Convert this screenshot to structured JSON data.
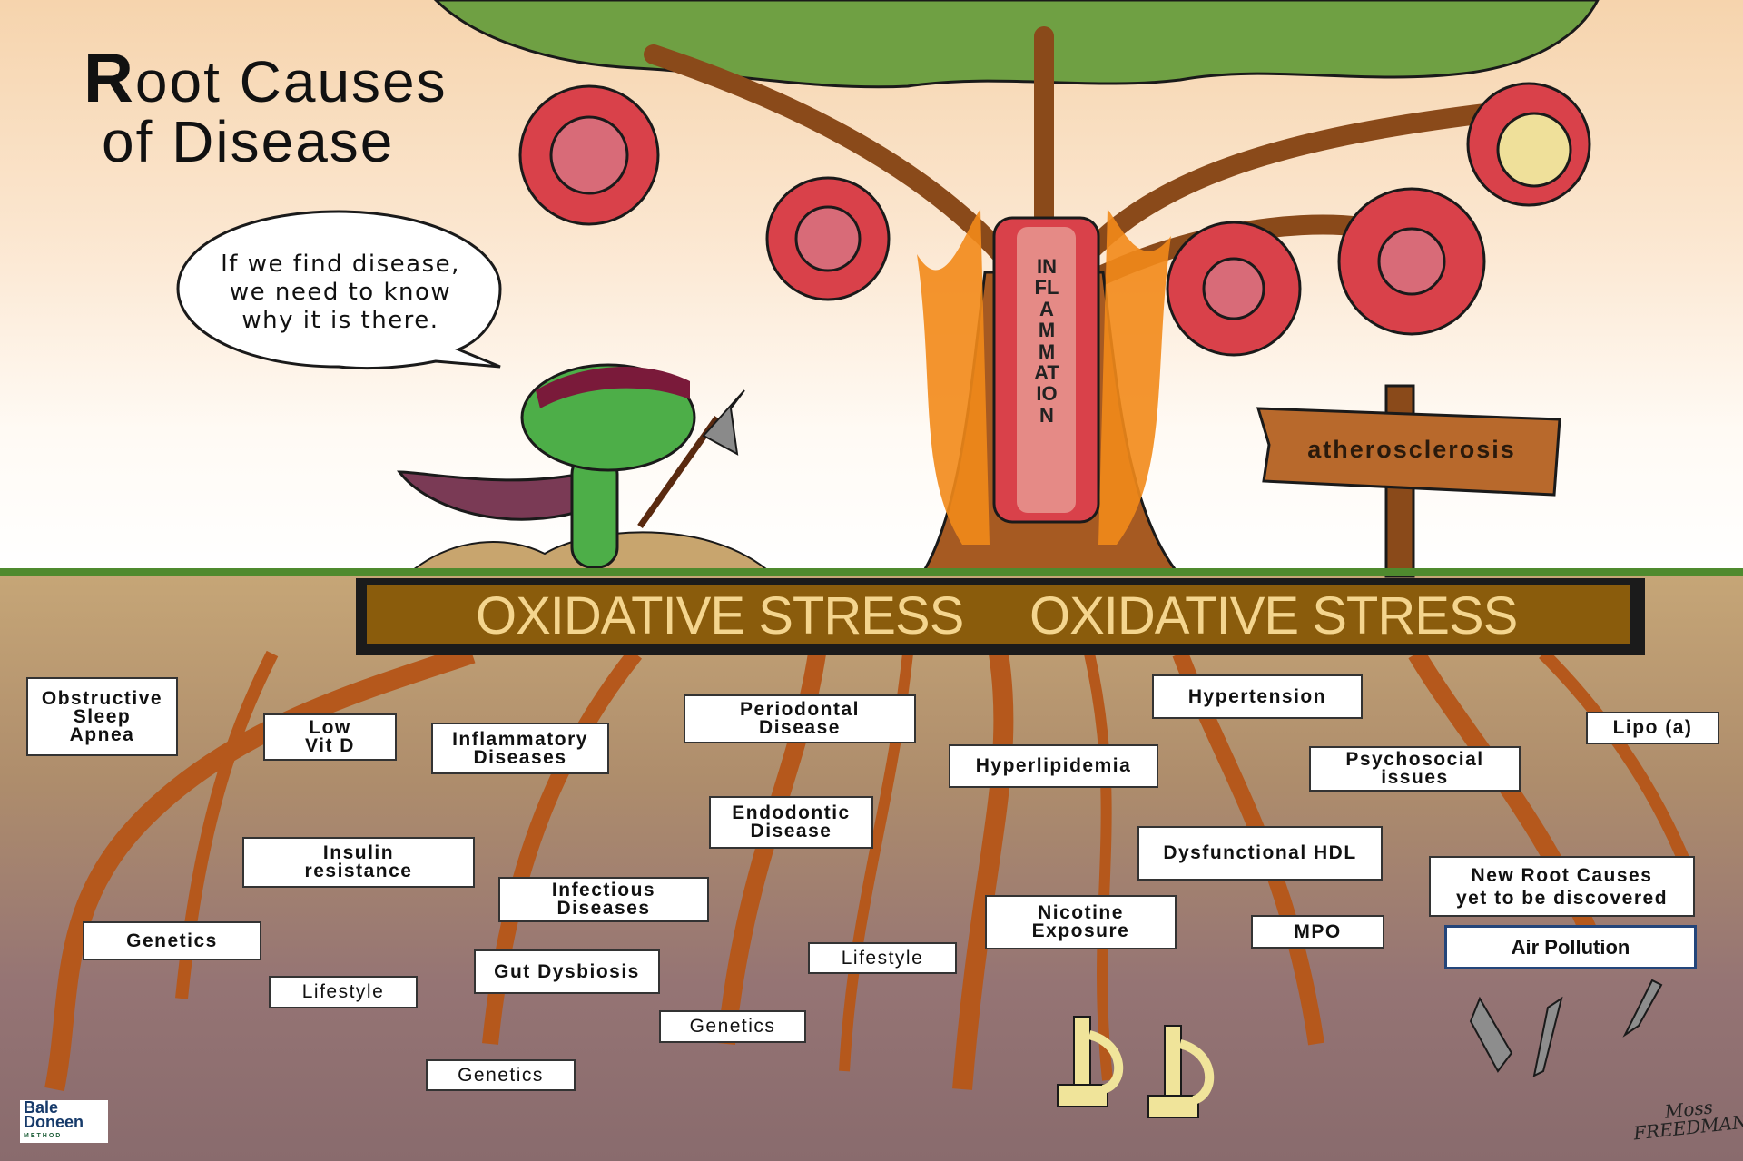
{
  "title": {
    "first_letter": "R",
    "line1_rest": "oot Causes",
    "line2": "of Disease"
  },
  "speech_bubble": {
    "text": "If we find disease,\nwe need to know\nwhy it is there."
  },
  "trunk_label": "INFLAMMATION",
  "sign": {
    "label": "atherosclerosis"
  },
  "band": {
    "left": "OXIDATIVE STRESS",
    "right": "OXIDATIVE STRESS"
  },
  "roots": [
    {
      "label": "Obstructive\nSleep\nApnea"
    },
    {
      "label": "Low\nVit D"
    },
    {
      "label": "Inflammatory\nDiseases"
    },
    {
      "label": "Periodontal\nDisease"
    },
    {
      "label": "Endodontic\nDisease"
    },
    {
      "label": "Insulin\nresistance"
    },
    {
      "label": "Infectious\nDiseases"
    },
    {
      "label": "Genetics"
    },
    {
      "label": "Lifestyle"
    },
    {
      "label": "Gut Dysbiosis"
    },
    {
      "label": "Genetics"
    },
    {
      "label": "Genetics"
    },
    {
      "label": "Lifestyle"
    },
    {
      "label": "Hypertension"
    },
    {
      "label": "Hyperlipidemia"
    },
    {
      "label": "Psychosocial\nissues"
    },
    {
      "label": "Lipo (a)"
    },
    {
      "label": "Dysfunctional HDL"
    },
    {
      "label": "Nicotine\nExposure"
    },
    {
      "label": "MPO"
    },
    {
      "label": "New Root Causes\nyet to be discovered"
    },
    {
      "label": "Air Pollution"
    }
  ],
  "logo": {
    "line1": "Bale",
    "line2": "Doneen",
    "line3": "METHOD"
  },
  "signature": {
    "line1": "Moss",
    "line2": "FREEDMAN"
  },
  "colors": {
    "band": "#8a5c0c",
    "band_text": "#f4d58e",
    "root": "#b5581c",
    "cell": "#d9414a",
    "canopy": "#6fa043"
  }
}
